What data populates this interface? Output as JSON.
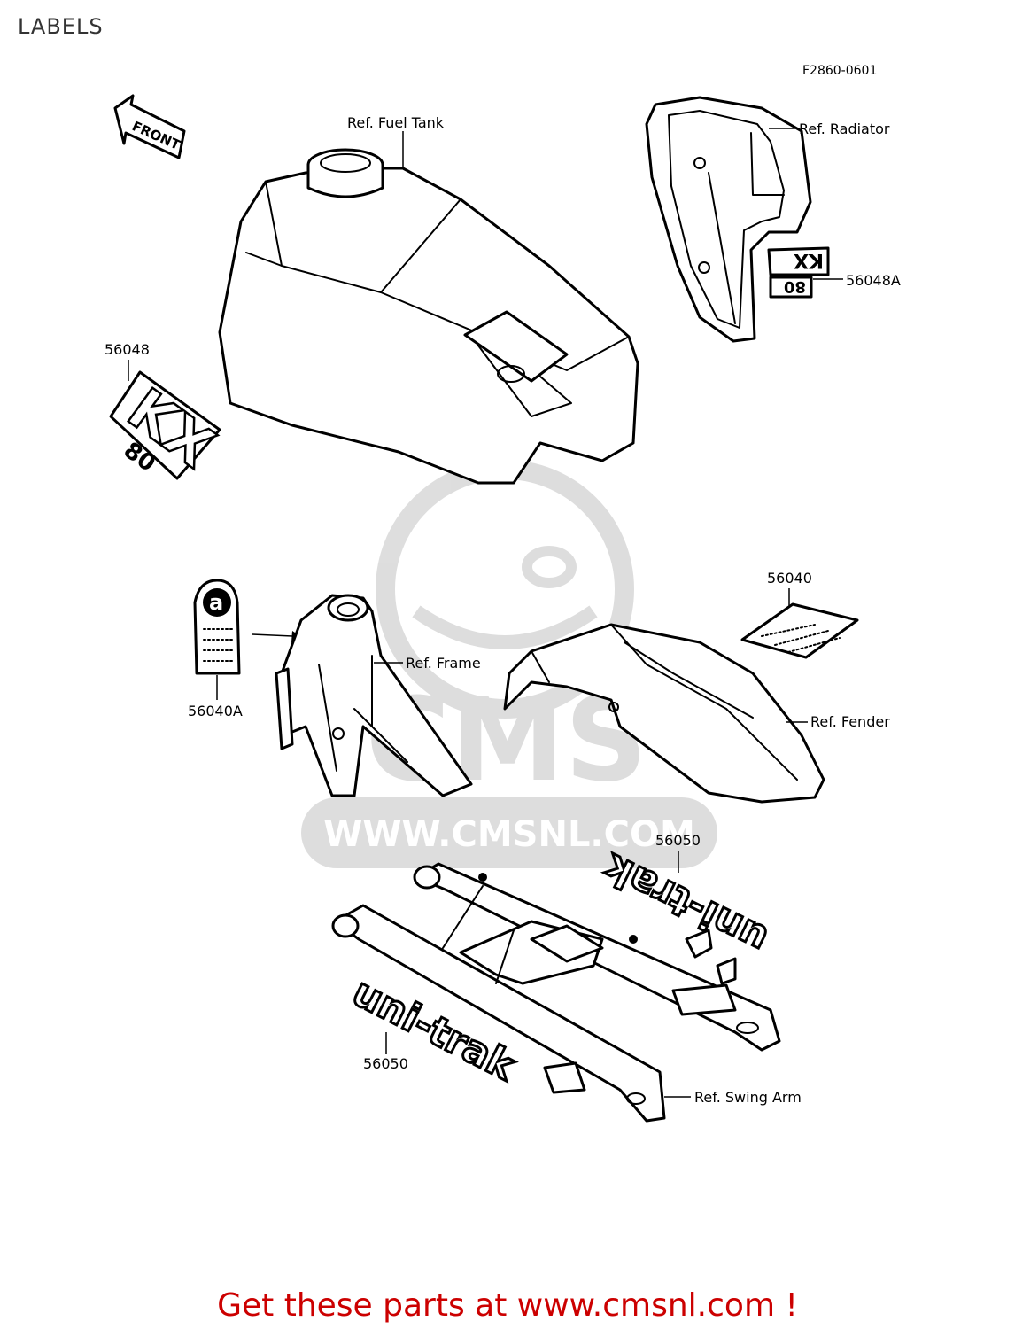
{
  "page": {
    "title": "LABELS"
  },
  "figure": {
    "code": "F2860-0601"
  },
  "decals": {
    "front": "FRONT",
    "kx": "KX",
    "eighty": "80",
    "a": "a",
    "unitrak": "uni-trak"
  },
  "callouts": {
    "fuel_tank": "Ref. Fuel Tank",
    "radiator": "Ref. Radiator",
    "part_56048A": "56048A",
    "part_56048": "56048",
    "part_56040": "56040",
    "part_56040A": "56040A",
    "frame": "Ref. Frame",
    "fender": "Ref. Fender",
    "part_56050_top": "56050",
    "part_56050_bottom": "56050",
    "swing_arm": "Ref. Swing Arm"
  },
  "watermark": {
    "brand": "CMS",
    "url": "WWW.CMSNL.COM"
  },
  "footer": {
    "text": "Get these parts at www.cmsnl.com !",
    "color": "#cc0000"
  }
}
